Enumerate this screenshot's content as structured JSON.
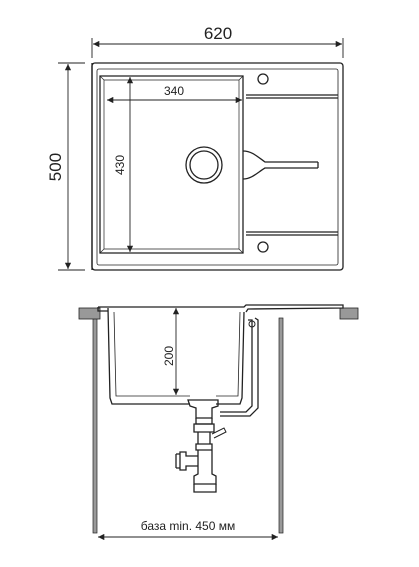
{
  "dimensions": {
    "overall_width": "620",
    "overall_depth": "500",
    "bowl_width": "340",
    "bowl_depth": "430",
    "bowl_height": "200",
    "base_note": "база min. 450 мм"
  },
  "colors": {
    "line": "#222222",
    "wall": "#999999",
    "background": "#ffffff"
  }
}
